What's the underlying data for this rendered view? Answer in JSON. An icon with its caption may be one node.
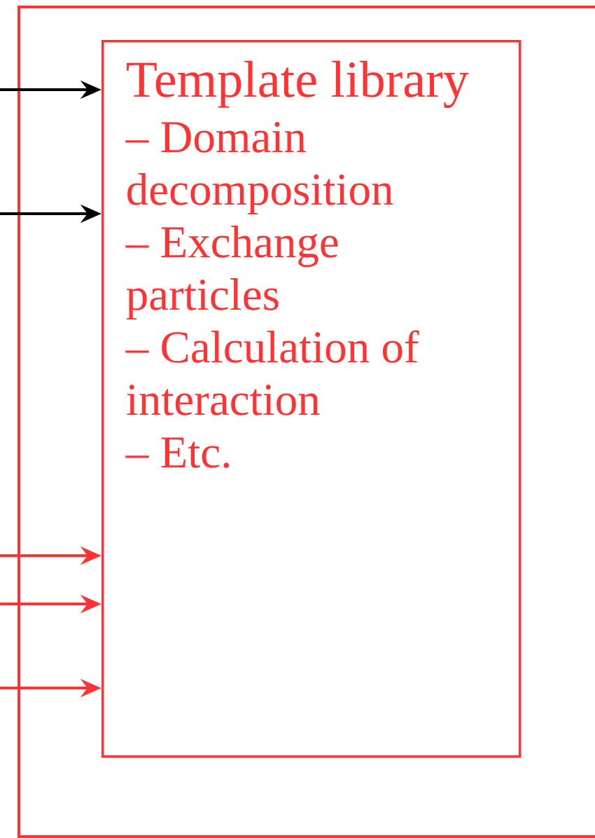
{
  "diagram": {
    "nodes": [
      {
        "text": [],
        "shape": "box"
      },
      {
        "text": [
          "Template library",
          "– Domain decomposition",
          "– Exchange particles",
          "– Calculation of interaction",
          "– Etc."
        ],
        "in": 0
      }
    ],
    "edges": [
      {
        "from": null,
        "to": 1,
        "arrow": "to",
        "color": "#000000"
      },
      {
        "from": null,
        "to": 1,
        "arrow": "to",
        "color": "#000000"
      },
      {
        "from": null,
        "to": 1,
        "arrow": "to"
      },
      {
        "from": null,
        "to": 1,
        "arrow": "to"
      },
      {
        "from": null,
        "to": 1,
        "arrow": "to"
      }
    ]
  }
}
